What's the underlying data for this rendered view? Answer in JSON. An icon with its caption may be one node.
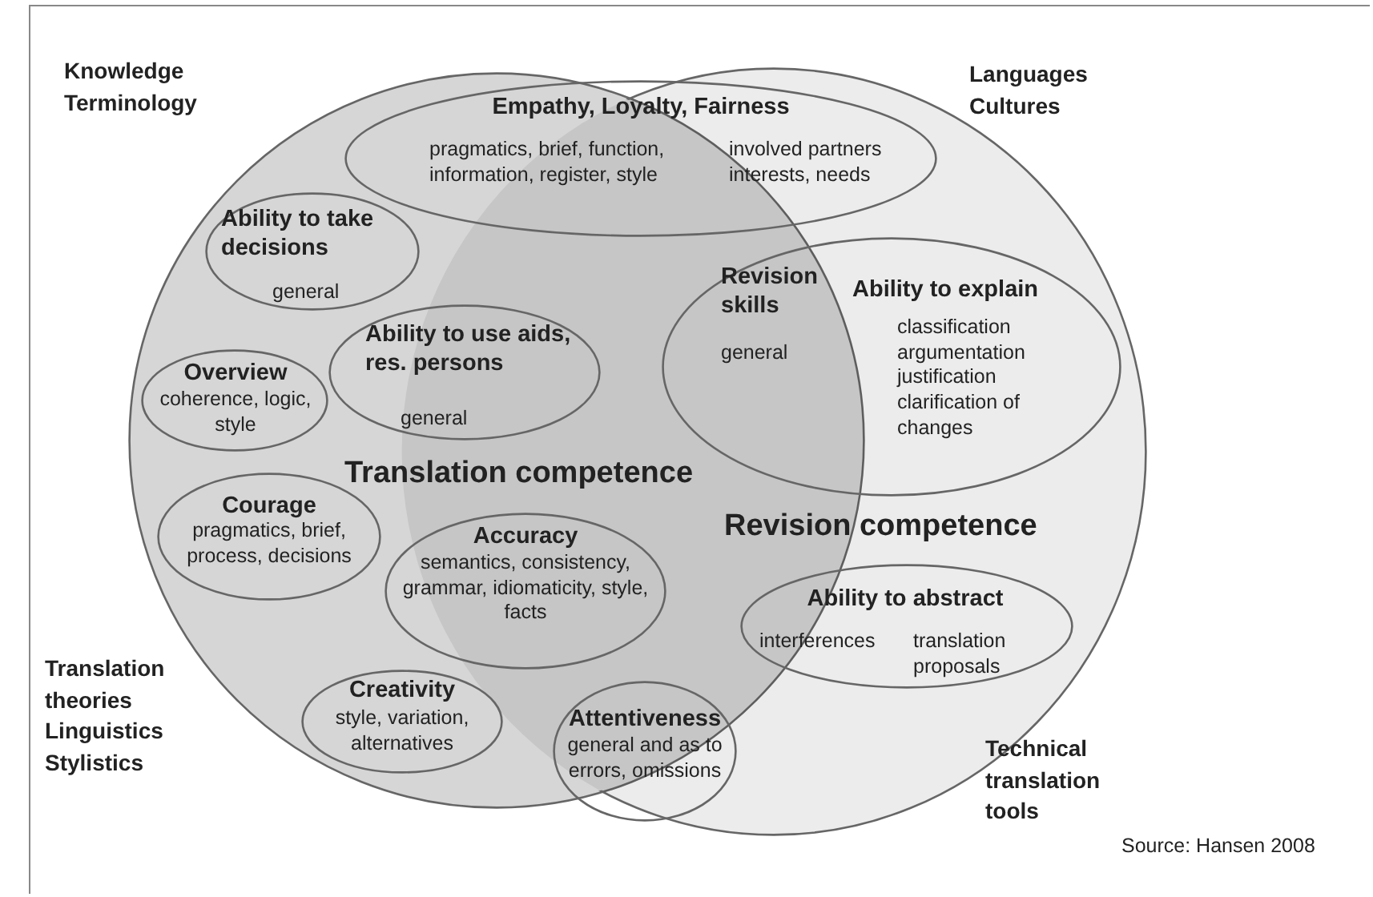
{
  "diagram": {
    "nodes": [
      {
        "text": [
          "Translation competence"
        ]
      },
      {
        "text": [
          "Revision competence"
        ]
      },
      {
        "text": [
          "Empathy, Loyalty, Fairness",
          "pragmatics, brief, function, information, register, style",
          "involved partners interests, needs"
        ]
      },
      {
        "text": [
          "Ability to take decisions",
          "general"
        ],
        "in": 0
      },
      {
        "text": [
          "Revision skills",
          "general",
          "Ability to explain",
          "classification argumentation justification clarification of changes"
        ],
        "in": 1
      },
      {
        "text": [
          "Overview",
          "coherence, logic, style"
        ],
        "in": 0
      },
      {
        "text": [
          "Ability to use aids, res. persons",
          "general"
        ],
        "in": 0
      },
      {
        "text": [
          "Courage",
          "pragmatics, brief, process, decisions"
        ],
        "in": 0
      },
      {
        "text": [
          "Accuracy",
          "semantics, consistency, grammar, idiomaticity, style, facts"
        ],
        "in": 0
      },
      {
        "text": [
          "Ability to abstract",
          "interferences",
          "translation proposals"
        ],
        "in": 1
      },
      {
        "text": [
          "Creativity",
          "style, variation, alternatives"
        ],
        "in": 0
      },
      {
        "text": [
          "Attentiveness",
          "general and as to errors, omissions"
        ],
        "in": 1
      }
    ],
    "labels": [
      "Knowledge Terminology",
      "Languages Cultures",
      "Translation theories Linguistics Stylistics",
      "Technical translation tools",
      "Source: Hansen 2008"
    ]
  }
}
